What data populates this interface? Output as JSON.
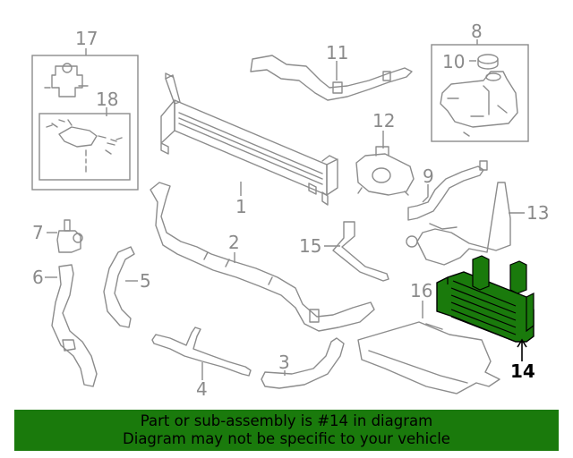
{
  "callouts": [
    {
      "id": "n1",
      "text": "1"
    },
    {
      "id": "n2",
      "text": "2"
    },
    {
      "id": "n3",
      "text": "3"
    },
    {
      "id": "n4",
      "text": "4"
    },
    {
      "id": "n5",
      "text": "5"
    },
    {
      "id": "n6",
      "text": "6"
    },
    {
      "id": "n7",
      "text": "7"
    },
    {
      "id": "n8",
      "text": "8"
    },
    {
      "id": "n9",
      "text": "9"
    },
    {
      "id": "n10",
      "text": "10"
    },
    {
      "id": "n11",
      "text": "11"
    },
    {
      "id": "n12",
      "text": "12"
    },
    {
      "id": "n13",
      "text": "13"
    },
    {
      "id": "n14",
      "text": "14"
    },
    {
      "id": "n15",
      "text": "15"
    },
    {
      "id": "n16",
      "text": "16"
    },
    {
      "id": "n17",
      "text": "17"
    },
    {
      "id": "n18",
      "text": "18"
    }
  ],
  "highlighted_part": "14",
  "banner": {
    "line1": "Part or sub-assembly is #14 in diagram",
    "line2": "Diagram may not be specific to your vehicle",
    "background": "#1a7a0c"
  },
  "colors": {
    "part_line": "#8c8c8c",
    "highlight_fill": "#1a7a0c",
    "highlight_stroke": "#000000"
  }
}
